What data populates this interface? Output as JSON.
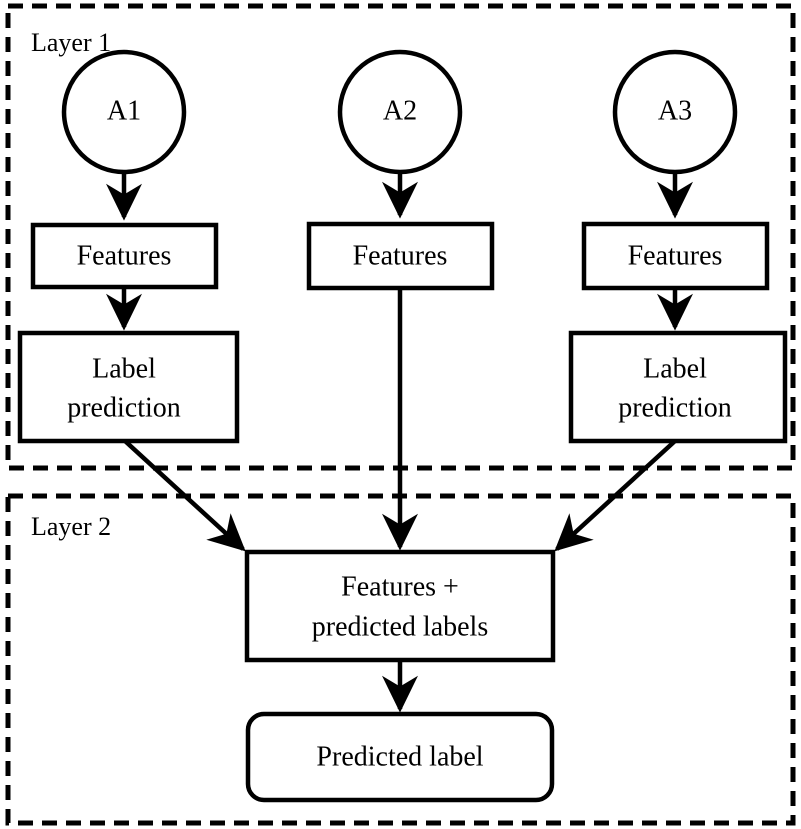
{
  "diagram": {
    "title": "Two-layer stacked ensemble label prediction diagram",
    "colors": {
      "stroke": "#000000",
      "fill": "#ffffff",
      "background": "#ffffff"
    },
    "layers": [
      {
        "id": "layer-1",
        "label": "Layer 1"
      },
      {
        "id": "layer-2",
        "label": "Layer 2"
      }
    ],
    "nodes": {
      "agent_a1": "A1",
      "agent_a2": "A2",
      "agent_a3": "A3",
      "features_left": "Features",
      "features_middle": "Features",
      "features_right": "Features",
      "label_prediction_left_line1": "Label",
      "label_prediction_left_line2": "prediction",
      "label_prediction_right_line1": "Label",
      "label_prediction_right_line2": "prediction",
      "combined_line1": "Features +",
      "combined_line2": "predicted labels",
      "output": "Predicted label"
    },
    "edges": [
      {
        "id": "edge-a1-features",
        "from": "A1",
        "to": "Features",
        "style": "straight-arrow"
      },
      {
        "id": "edge-a2-features",
        "from": "A2",
        "to": "Features",
        "style": "straight-arrow"
      },
      {
        "id": "edge-a3-features",
        "from": "A3",
        "to": "Features",
        "style": "straight-arrow"
      },
      {
        "id": "edge-features-left-label",
        "from": "Features",
        "to": "Label prediction",
        "style": "straight-arrow"
      },
      {
        "id": "edge-features-right-label",
        "from": "Features",
        "to": "Label prediction",
        "style": "straight-arrow"
      },
      {
        "id": "edge-label-left-combined",
        "from": "Label prediction",
        "to": "Features + predicted labels",
        "style": "diagonal-arrow"
      },
      {
        "id": "edge-features-middle-combined",
        "from": "Features",
        "to": "Features + predicted labels",
        "style": "straight-arrow"
      },
      {
        "id": "edge-label-right-combined",
        "from": "Label prediction",
        "to": "Features + predicted labels",
        "style": "diagonal-arrow"
      },
      {
        "id": "edge-combined-output",
        "from": "Features + predicted labels",
        "to": "Predicted label",
        "style": "straight-arrow"
      }
    ]
  }
}
